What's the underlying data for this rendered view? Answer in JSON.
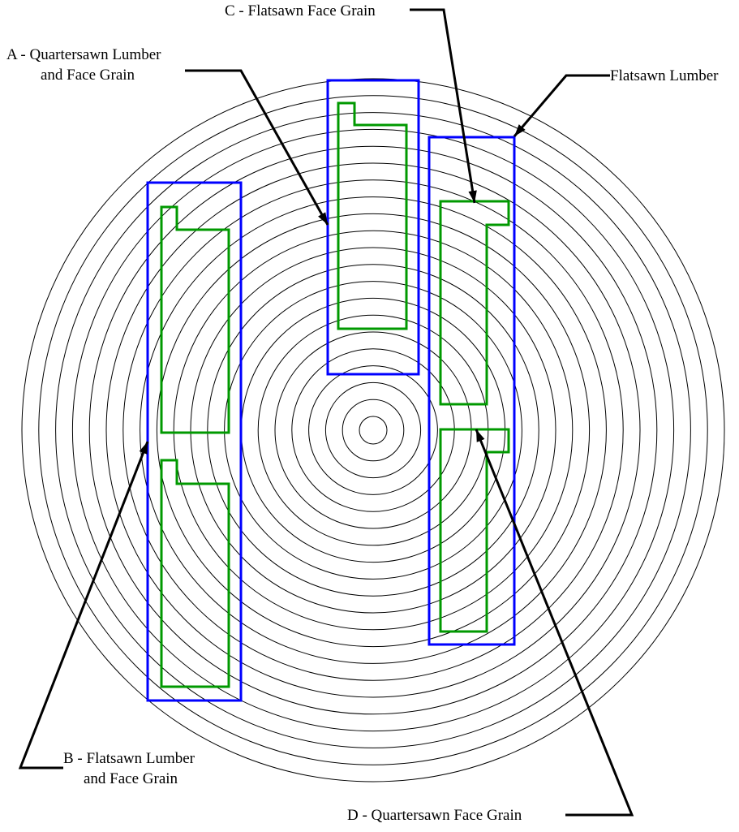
{
  "labels": {
    "a_line1": "A - Quartersawn Lumber",
    "a_line2": "and Face Grain",
    "b_line1": "B - Flatsawn Lumber",
    "b_line2": "and Face Grain",
    "c": "C - Flatsawn Face Grain",
    "d": "D - Quartersawn Face Grain",
    "flatsawn_lumber": "Flatsawn Lumber"
  },
  "colors": {
    "lumber": "#0000ff",
    "face_grain": "#009900",
    "rings": "#000000"
  },
  "growth_ring_count": 21
}
